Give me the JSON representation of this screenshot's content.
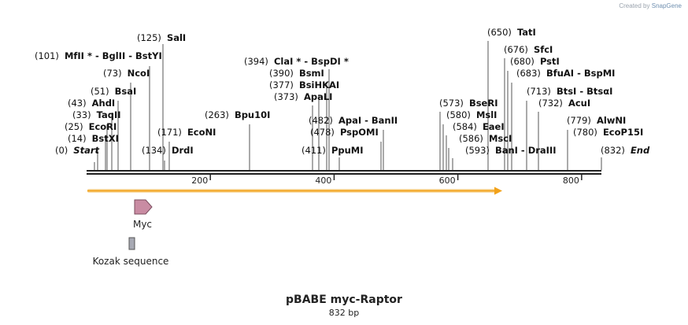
{
  "credit": {
    "prefix": "Created by",
    "brand": "SnapGene"
  },
  "title": "pBABE myc-Raptor",
  "subtitle": "832 bp",
  "colors": {
    "backbone": "#222222",
    "orf": "#f2a21a",
    "myc": "#c98ca3",
    "kozak": "#a7a9b3"
  },
  "scale": {
    "length": 832,
    "ticks": [
      "200",
      "400",
      "600",
      "800"
    ]
  },
  "sites": [
    {
      "pos": "(0)",
      "name": "Start",
      "italic": true
    },
    {
      "pos": "(14)",
      "name": "BstXI"
    },
    {
      "pos": "(25)",
      "name": "EcoRI"
    },
    {
      "pos": "(33)",
      "name": "TaqII"
    },
    {
      "pos": "(43)",
      "name": "AhdI"
    },
    {
      "pos": "(51)",
      "name": "BsaI"
    },
    {
      "pos": "(73)",
      "name": "NcoI"
    },
    {
      "pos": "(101)",
      "name": "MfII * - BglII - BstYI"
    },
    {
      "pos": "(125)",
      "name": "SalI"
    },
    {
      "pos": "(134)",
      "name": "DrdI"
    },
    {
      "pos": "(171)",
      "name": "EcoNI"
    },
    {
      "pos": "(263)",
      "name": "Bpu10I"
    },
    {
      "pos": "(394)",
      "name": "ClaI * - BspDI *"
    },
    {
      "pos": "(390)",
      "name": "BsmI"
    },
    {
      "pos": "(377)",
      "name": "BsiHKAI"
    },
    {
      "pos": "(373)",
      "name": "ApaLI"
    },
    {
      "pos": "(482)",
      "name": "ApaI - BanII"
    },
    {
      "pos": "(478)",
      "name": "PspOMI"
    },
    {
      "pos": "(411)",
      "name": "PpuMI"
    },
    {
      "pos": "(573)",
      "name": "BseRI"
    },
    {
      "pos": "(580)",
      "name": "MslI"
    },
    {
      "pos": "(584)",
      "name": "EaeI"
    },
    {
      "pos": "(586)",
      "name": "MscI"
    },
    {
      "pos": "(593)",
      "name": "BanI - DraIII"
    },
    {
      "pos": "(650)",
      "name": "TatI"
    },
    {
      "pos": "(676)",
      "name": "SfcI"
    },
    {
      "pos": "(680)",
      "name": "PstI"
    },
    {
      "pos": "(683)",
      "name": "BfuAI - BspMI"
    },
    {
      "pos": "(713)",
      "name": "BtsI - BtsαI"
    },
    {
      "pos": "(732)",
      "name": "AcuI"
    },
    {
      "pos": "(779)",
      "name": "AlwNI"
    },
    {
      "pos": "(780)",
      "name": "EcoP15I"
    },
    {
      "pos": "(832)",
      "name": "End",
      "italic": true
    }
  ],
  "features": {
    "myc": {
      "label": "Myc"
    },
    "kozak": {
      "label": "Kozak sequence"
    }
  }
}
